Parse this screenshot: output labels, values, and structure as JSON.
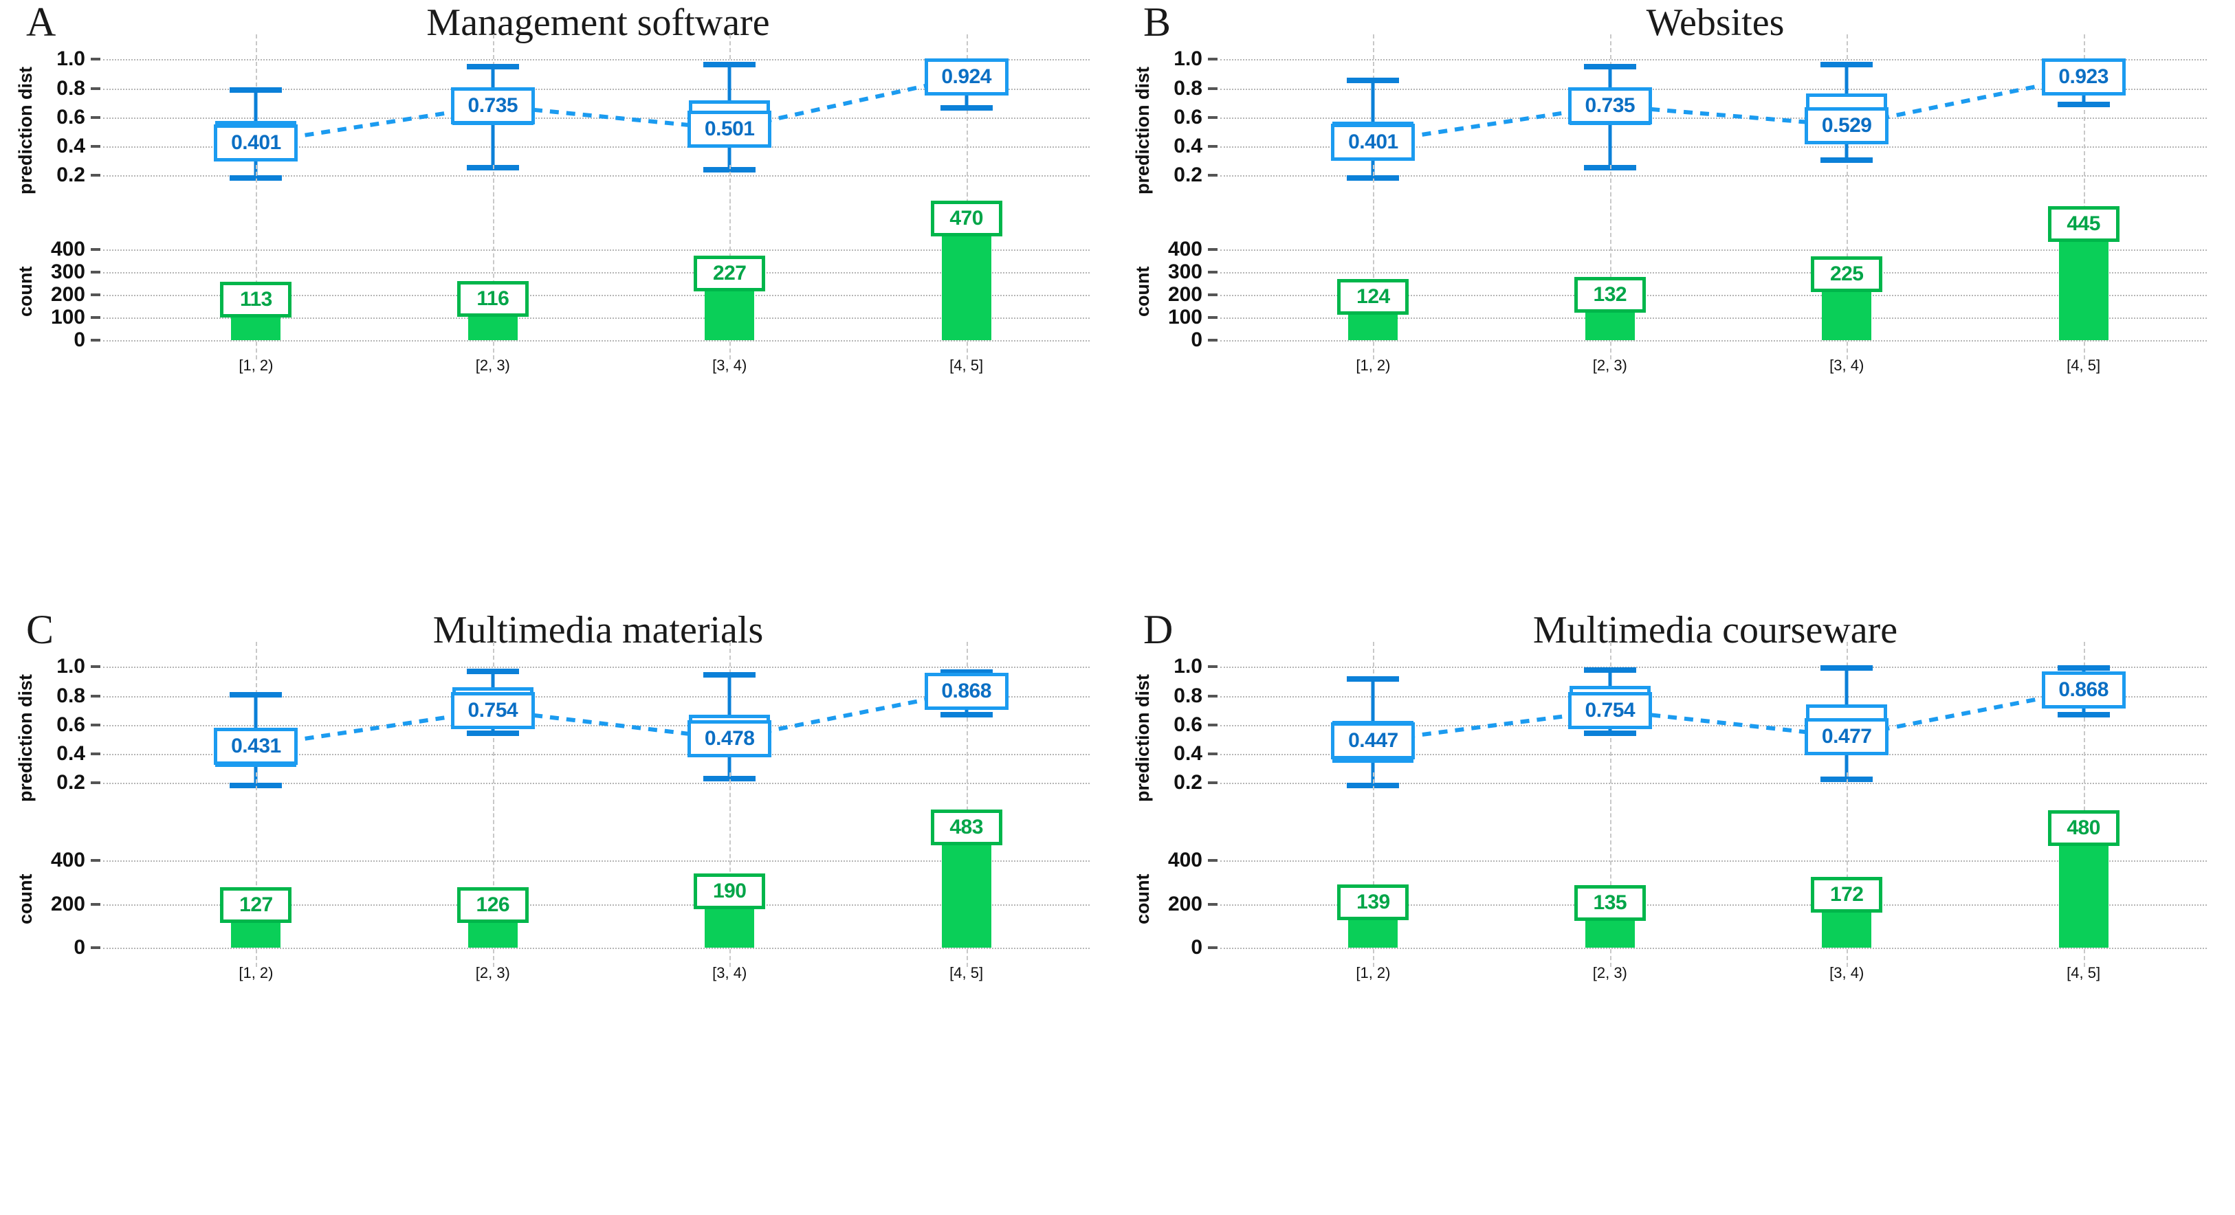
{
  "figure": {
    "panels": [
      {
        "letter": "A",
        "title": "Management software",
        "box": {
          "ylabel": "prediction dist",
          "yticks": [
            "0.2",
            "0.4",
            "0.6",
            "0.8",
            "1.0"
          ],
          "ytick_values": [
            0.2,
            0.4,
            0.6,
            0.8,
            1.0
          ],
          "ylim": [
            0.14,
            1.04
          ],
          "labels": [
            "0.401",
            "0.735",
            "0.501",
            "0.924"
          ],
          "stats": [
            {
              "whislo": 0.185,
              "q1": 0.305,
              "med": 0.425,
              "q3": 0.575,
              "whishi": 0.79
            },
            {
              "whislo": 0.255,
              "q1": 0.545,
              "med": 0.625,
              "q3": 0.775,
              "whishi": 0.95
            },
            {
              "whislo": 0.24,
              "q1": 0.405,
              "med": 0.52,
              "q3": 0.72,
              "whishi": 0.965
            },
            {
              "whislo": 0.665,
              "q1": 0.845,
              "med": 0.955,
              "q3": 0.965,
              "whishi": 0.985
            }
          ],
          "trend": [
            0.425,
            0.68,
            0.52,
            0.88
          ]
        },
        "bar": {
          "ylabel": "count",
          "yticks": [
            "0",
            "100",
            "200",
            "300",
            "400"
          ],
          "ytick_values": [
            0,
            100,
            200,
            300,
            400
          ],
          "ylim": [
            0,
            500
          ],
          "categories": [
            "[1, 2)",
            "[2, 3)",
            "[3, 4)",
            "[4, 5]"
          ],
          "values": [
            113,
            116,
            227,
            470
          ]
        }
      },
      {
        "letter": "B",
        "title": "Websites",
        "box": {
          "ylabel": "prediction dist",
          "yticks": [
            "0.2",
            "0.4",
            "0.6",
            "0.8",
            "1.0"
          ],
          "ytick_values": [
            0.2,
            0.4,
            0.6,
            0.8,
            1.0
          ],
          "ylim": [
            0.14,
            1.04
          ],
          "labels": [
            "0.401",
            "0.735",
            "0.529",
            "0.923"
          ],
          "stats": [
            {
              "whislo": 0.185,
              "q1": 0.31,
              "med": 0.43,
              "q3": 0.57,
              "whishi": 0.855
            },
            {
              "whislo": 0.255,
              "q1": 0.545,
              "med": 0.635,
              "q3": 0.78,
              "whishi": 0.95
            },
            {
              "whislo": 0.305,
              "q1": 0.43,
              "med": 0.545,
              "q3": 0.765,
              "whishi": 0.965
            },
            {
              "whislo": 0.69,
              "q1": 0.845,
              "med": 0.955,
              "q3": 0.97,
              "whishi": 0.99
            }
          ],
          "trend": [
            0.43,
            0.68,
            0.545,
            0.88
          ]
        },
        "bar": {
          "ylabel": "count",
          "yticks": [
            "0",
            "100",
            "200",
            "300",
            "400"
          ],
          "ytick_values": [
            0,
            100,
            200,
            300,
            400
          ],
          "ylim": [
            0,
            500
          ],
          "categories": [
            "[1, 2)",
            "[2, 3)",
            "[3, 4)",
            "[4, 5]"
          ],
          "values": [
            124,
            132,
            225,
            445
          ]
        }
      },
      {
        "letter": "C",
        "title": "Multimedia materials",
        "box": {
          "ylabel": "prediction dist",
          "yticks": [
            "0.2",
            "0.4",
            "0.6",
            "0.8",
            "1.0"
          ],
          "ytick_values": [
            0.2,
            0.4,
            0.6,
            0.8,
            1.0
          ],
          "ylim": [
            0.14,
            1.04
          ],
          "labels": [
            "0.431",
            "0.754",
            "0.478",
            "0.868"
          ],
          "stats": [
            {
              "whislo": 0.185,
              "q1": 0.31,
              "med": 0.455,
              "q3": 0.575,
              "whishi": 0.81
            },
            {
              "whislo": 0.545,
              "q1": 0.64,
              "med": 0.79,
              "q3": 0.86,
              "whishi": 0.97
            },
            {
              "whislo": 0.23,
              "q1": 0.39,
              "med": 0.505,
              "q3": 0.67,
              "whishi": 0.945
            },
            {
              "whislo": 0.67,
              "q1": 0.79,
              "med": 0.9,
              "q3": 0.94,
              "whishi": 0.965
            }
          ],
          "trend": [
            0.455,
            0.7,
            0.505,
            0.83
          ]
        },
        "bar": {
          "ylabel": "count",
          "yticks": [
            "0",
            "200",
            "400"
          ],
          "ytick_values": [
            0,
            200,
            400
          ],
          "ylim": [
            0,
            520
          ],
          "categories": [
            "[1, 2)",
            "[2, 3)",
            "[3, 4)",
            "[4, 5]"
          ],
          "values": [
            127,
            126,
            190,
            483
          ]
        }
      },
      {
        "letter": "D",
        "title": "Multimedia courseware",
        "box": {
          "ylabel": "prediction dist",
          "yticks": [
            "0.2",
            "0.4",
            "0.6",
            "0.8",
            "1.0"
          ],
          "ytick_values": [
            0.2,
            0.4,
            0.6,
            0.8,
            1.0
          ],
          "ylim": [
            0.14,
            1.04
          ],
          "labels": [
            "0.447",
            "0.754",
            "0.477",
            "0.868"
          ],
          "stats": [
            {
              "whislo": 0.185,
              "q1": 0.34,
              "med": 0.49,
              "q3": 0.63,
              "whishi": 0.915
            },
            {
              "whislo": 0.545,
              "q1": 0.64,
              "med": 0.795,
              "q3": 0.87,
              "whishi": 0.98
            },
            {
              "whislo": 0.225,
              "q1": 0.39,
              "med": 0.52,
              "q3": 0.74,
              "whishi": 0.995
            },
            {
              "whislo": 0.67,
              "q1": 0.8,
              "med": 0.925,
              "q3": 0.965,
              "whishi": 0.995
            }
          ],
          "trend": [
            0.49,
            0.7,
            0.52,
            0.84
          ]
        },
        "bar": {
          "ylabel": "count",
          "yticks": [
            "0",
            "200",
            "400"
          ],
          "ytick_values": [
            0,
            200,
            400
          ],
          "ylim": [
            0,
            520
          ],
          "categories": [
            "[1, 2)",
            "[2, 3)",
            "[3, 4)",
            "[4, 5]"
          ],
          "values": [
            139,
            135,
            172,
            480
          ]
        }
      }
    ]
  },
  "chart_data": {
    "type": "box",
    "title": "Prediction distance and sample count by rating bin across four resource types",
    "xlabel": "",
    "ylabel": "prediction dist / count",
    "categories": [
      "[1, 2)",
      "[2, 3)",
      "[3, 4)",
      "[4, 5]"
    ],
    "grid": true,
    "legend": "none",
    "colors": {
      "box": "#1b9bf0",
      "whisker": "#0b80d8",
      "bar": "#0ACF58",
      "bar_label": "#00A548",
      "grid": "#b5b5b5"
    },
    "panels": [
      {
        "letter": "A",
        "title": "Management software",
        "boxplot": {
          "ylabel": "prediction dist",
          "ylim": [
            0.14,
            1.04
          ],
          "yticks": [
            0.2,
            0.4,
            0.6,
            0.8,
            1.0
          ],
          "annotations": [
            0.401,
            0.735,
            0.501,
            0.924
          ],
          "boxes": [
            {
              "category": "[1, 2)",
              "whislo": 0.185,
              "q1": 0.305,
              "median": 0.425,
              "q3": 0.575,
              "whishi": 0.79
            },
            {
              "category": "[2, 3)",
              "whislo": 0.255,
              "q1": 0.545,
              "median": 0.625,
              "q3": 0.775,
              "whishi": 0.95
            },
            {
              "category": "[3, 4)",
              "whislo": 0.24,
              "q1": 0.405,
              "median": 0.52,
              "q3": 0.72,
              "whishi": 0.965
            },
            {
              "category": "[4, 5]",
              "whislo": 0.665,
              "q1": 0.845,
              "median": 0.955,
              "q3": 0.965,
              "whishi": 0.985
            }
          ]
        },
        "barchart": {
          "ylabel": "count",
          "ylim": [
            0,
            500
          ],
          "yticks": [
            0,
            100,
            200,
            300,
            400
          ],
          "values": [
            113,
            116,
            227,
            470
          ]
        }
      },
      {
        "letter": "B",
        "title": "Websites",
        "boxplot": {
          "ylabel": "prediction dist",
          "ylim": [
            0.14,
            1.04
          ],
          "yticks": [
            0.2,
            0.4,
            0.6,
            0.8,
            1.0
          ],
          "annotations": [
            0.401,
            0.735,
            0.529,
            0.923
          ],
          "boxes": [
            {
              "category": "[1, 2)",
              "whislo": 0.185,
              "q1": 0.31,
              "median": 0.43,
              "q3": 0.57,
              "whishi": 0.855
            },
            {
              "category": "[2, 3)",
              "whislo": 0.255,
              "q1": 0.545,
              "median": 0.635,
              "q3": 0.78,
              "whishi": 0.95
            },
            {
              "category": "[3, 4)",
              "whislo": 0.305,
              "q1": 0.43,
              "median": 0.545,
              "q3": 0.765,
              "whishi": 0.965
            },
            {
              "category": "[4, 5]",
              "whislo": 0.69,
              "q1": 0.845,
              "median": 0.955,
              "q3": 0.97,
              "whishi": 0.99
            }
          ]
        },
        "barchart": {
          "ylabel": "count",
          "ylim": [
            0,
            500
          ],
          "yticks": [
            0,
            100,
            200,
            300,
            400
          ],
          "values": [
            124,
            132,
            225,
            445
          ]
        }
      },
      {
        "letter": "C",
        "title": "Multimedia materials",
        "boxplot": {
          "ylabel": "prediction dist",
          "ylim": [
            0.14,
            1.04
          ],
          "yticks": [
            0.2,
            0.4,
            0.6,
            0.8,
            1.0
          ],
          "annotations": [
            0.431,
            0.754,
            0.478,
            0.868
          ],
          "boxes": [
            {
              "category": "[1, 2)",
              "whislo": 0.185,
              "q1": 0.31,
              "median": 0.455,
              "q3": 0.575,
              "whishi": 0.81
            },
            {
              "category": "[2, 3)",
              "whislo": 0.545,
              "q1": 0.64,
              "median": 0.79,
              "q3": 0.86,
              "whishi": 0.97
            },
            {
              "category": "[3, 4)",
              "whislo": 0.23,
              "q1": 0.39,
              "median": 0.505,
              "q3": 0.67,
              "whishi": 0.945
            },
            {
              "category": "[4, 5]",
              "whislo": 0.67,
              "q1": 0.79,
              "median": 0.9,
              "q3": 0.94,
              "whishi": 0.965
            }
          ]
        },
        "barchart": {
          "ylabel": "count",
          "ylim": [
            0,
            520
          ],
          "yticks": [
            0,
            200,
            400
          ],
          "values": [
            127,
            126,
            190,
            483
          ]
        }
      },
      {
        "letter": "D",
        "title": "Multimedia courseware",
        "boxplot": {
          "ylabel": "prediction dist",
          "ylim": [
            0.14,
            1.04
          ],
          "yticks": [
            0.2,
            0.4,
            0.6,
            0.8,
            1.0
          ],
          "annotations": [
            0.447,
            0.754,
            0.477,
            0.868
          ],
          "boxes": [
            {
              "category": "[1, 2)",
              "whislo": 0.185,
              "q1": 0.34,
              "median": 0.49,
              "q3": 0.63,
              "whishi": 0.915
            },
            {
              "category": "[2, 3)",
              "whislo": 0.545,
              "q1": 0.64,
              "median": 0.795,
              "q3": 0.87,
              "whishi": 0.98
            },
            {
              "category": "[3, 4)",
              "whislo": 0.225,
              "q1": 0.39,
              "median": 0.52,
              "q3": 0.74,
              "whishi": 0.995
            },
            {
              "category": "[4, 5]",
              "whislo": 0.67,
              "q1": 0.8,
              "median": 0.925,
              "q3": 0.965,
              "whishi": 0.995
            }
          ]
        },
        "barchart": {
          "ylabel": "count",
          "ylim": [
            0,
            520
          ],
          "yticks": [
            0,
            200,
            400
          ],
          "values": [
            139,
            135,
            172,
            480
          ]
        }
      }
    ]
  }
}
